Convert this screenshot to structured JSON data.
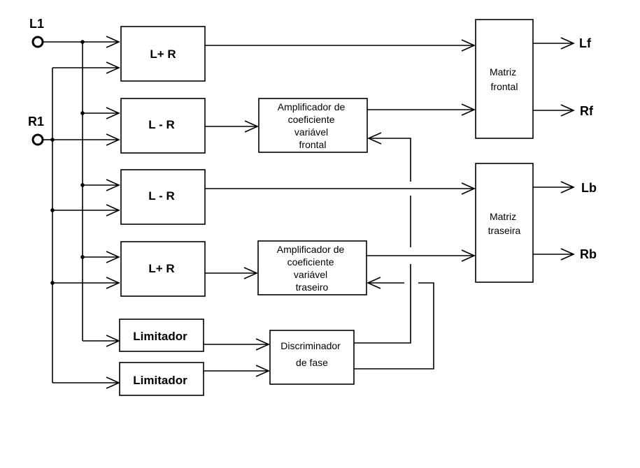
{
  "inputs": {
    "l1": "L1",
    "r1": "R1"
  },
  "outputs": {
    "lf": "Lf",
    "rf": "Rf",
    "lb": "Lb",
    "rb": "Rb"
  },
  "blocks": {
    "sum_top": "L+ R",
    "diff_1": "L - R",
    "diff_2": "L - R",
    "sum_bottom": "L+ R",
    "limiter_1": "Limitador",
    "limiter_2": "Limitador",
    "amp_front": [
      "Amplificador de",
      "coeficiente",
      "variável",
      "frontal"
    ],
    "amp_rear": [
      "Amplificador de",
      "coeficiente",
      "variável",
      "traseiro"
    ],
    "discriminator": [
      "Discriminador",
      "de fase"
    ],
    "matrix_front": [
      "Matriz",
      "frontal"
    ],
    "matrix_rear": [
      "Matriz",
      "traseira"
    ]
  }
}
